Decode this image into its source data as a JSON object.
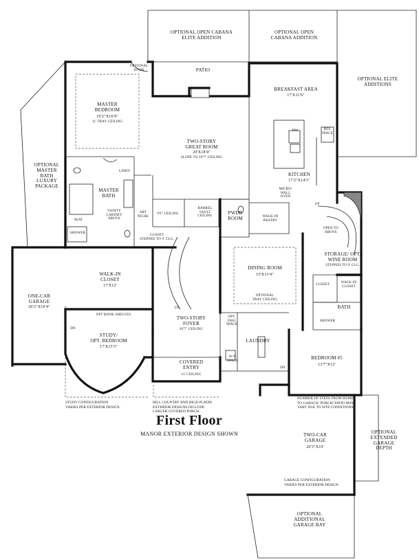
{
  "title": "First Floor",
  "subtitle": "MANOR EXTERIOR DESIGN SHOWN",
  "rooms": {
    "optional_open_cabana_elite": "OPTIONAL OPEN CABANA\nELITE ADDITION",
    "optional_open_cabana": "OPTIONAL OPEN\nCABANA ADDITION",
    "optional_elite_additions": "OPTIONAL ELITE\nADDITIONS",
    "patio": "PATIO",
    "optional_door": "OPTIONAL\nDOOR",
    "master_bedroom": "MASTER\nBEDROOM",
    "master_bedroom_dim": "19'2\"X16'9\"",
    "master_bedroom_note": "11' TRAY CEILING",
    "great_room": "TWO-STORY\nGREAT ROOM",
    "great_room_dim": "20'X18'4\"",
    "great_room_note": "SLOPE TO 20'7\" CEILING",
    "breakfast_area": "BREAKFAST AREA",
    "breakfast_dim": "17'X11'6\"",
    "dw": "DW",
    "ref_space": "REF.\nSPACE",
    "kitchen": "KITCHEN",
    "kitchen_dim": "17'2\"X14'1\"",
    "micro_wall_oven": "MICRO/\nWALL\nOVEN",
    "optional_master_bath": "OPTIONAL\nMASTER\nBATH\nLUXURY\nPACKAGE",
    "linen": "LINEN",
    "master_bath": "MASTER\nBATH",
    "vanity": "VANITY\nCABINET\nABOVE",
    "seat": "SEAT",
    "shower": "SHOWER",
    "art_niche": "ART\nNICHE",
    "ceiling_96": "9'6\" CEILING",
    "barrel_vault": "BARREL\nVAULT\nCEILING",
    "pwdr_room": "PWDR\nROOM",
    "walk_in_pantry": "WALK-IN\nPANTRY",
    "up_stair": "UP",
    "open_to_above": "OPEN TO\nABOVE",
    "closet_stepped": "CLOSET\nSTEPPED TO 9' CLG.",
    "one_car_garage": "ONE-CAR\nGARAGE",
    "one_car_garage_dim": "20'2\"X10'4\"",
    "walk_in_closet": "WALK-IN\nCLOSET",
    "walk_in_closet_dim": "17'X12'",
    "dining_room": "DINING ROOM",
    "dining_dim": "15'X13'4\"",
    "dining_note": "OPTIONAL\nTRAY CEILING",
    "storage": "STORAGE/ OPT.\nWINE ROOM",
    "storage_note": "STEPPED TO 9' CLG.",
    "closet": "CLOSET",
    "walk_in_closet_small": "WALK-IN\nCLOSET",
    "bath": "BATH",
    "shower2": "SHOWER",
    "opt_book_shelves": "OPT BOOK SHELVES",
    "up_foyer": "UP",
    "foyer": "TWO-STORY\nFOYER",
    "foyer_note": "20'7\" CEILING",
    "opt_frig_space": "OPT.\nFRIG\nSPACE",
    "laundry": "LAUNDRY",
    "wd_space": "W/D\nSPACE",
    "dn_left": "DN",
    "dn_right": "DN",
    "study": "STUDY/\nOPT. BEDROOM",
    "study_dim": "17'X15'3\"",
    "covered_entry": "COVERED\nENTRY",
    "covered_entry_note": "13' CEILING",
    "bedroom5": "BEDROOM #5",
    "bedroom5_dim": "13'7\"X12'",
    "two_car_garage": "TWO-CAR\nGARAGE",
    "two_car_garage_dim": "20'3\"X19'",
    "optional_extended_garage": "OPTIONAL\nEXTENDED\nGARAGE\nDEPTH",
    "optional_garage_bay": "OPTIONAL\nADDITIONAL\nGARAGE BAY"
  },
  "notes": {
    "study_config": "STUDY CONFIGURATION\nVARIES PER EXTERIOR DESIGN.",
    "hill_country": "HILL COUNTRY AND HIGH PLAINS\nEXTERIOR DESIGNS INCLUDE\nLARGER COVERED PORCH.",
    "steps": "NUMBER OF STEPS FROM HOME\nTO GARAGE/ PORCH/ PATIO MAY\nVARY DUE TO SITE CONDITIONS.",
    "garage_config": "GARAGE CONFIGURATION\nVARIES PER EXTERIOR DESIGN."
  }
}
